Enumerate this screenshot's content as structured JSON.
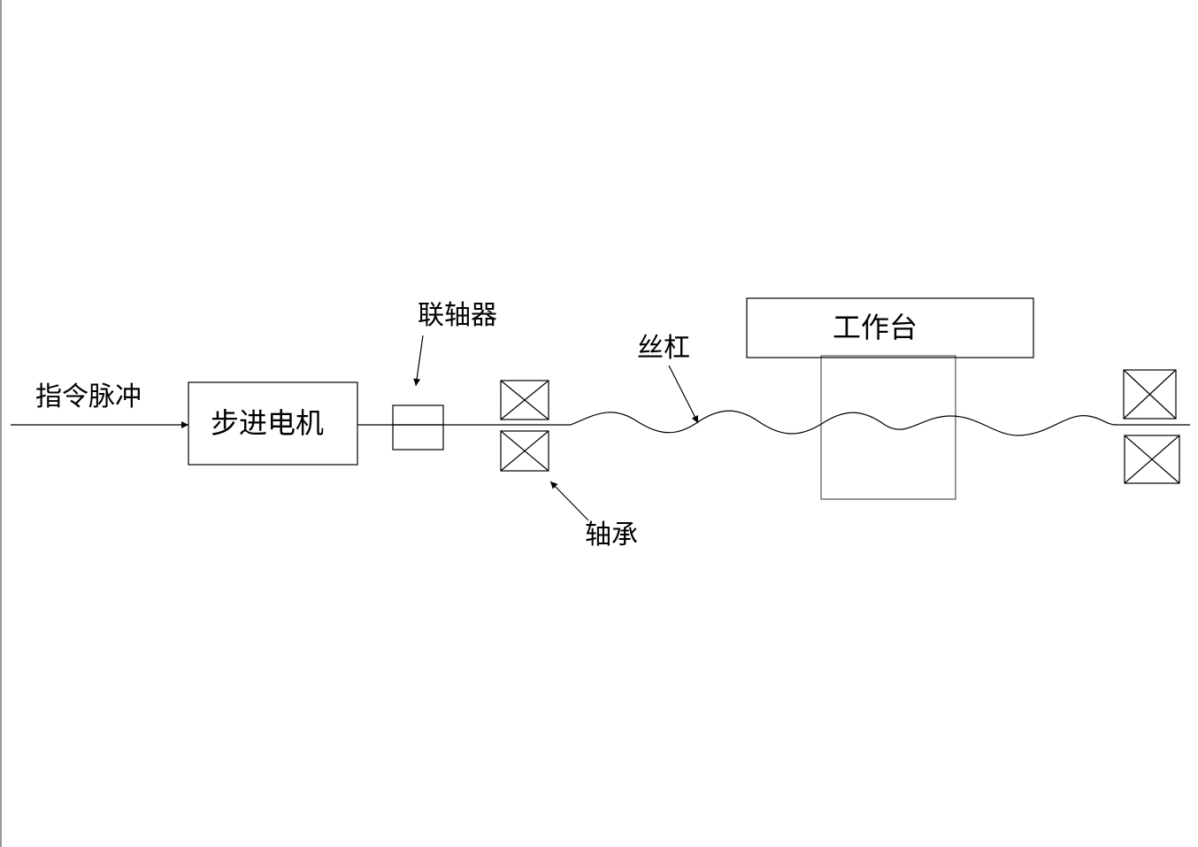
{
  "labels": {
    "command_pulse": "指令脉冲",
    "stepper_motor": "步进电机",
    "coupling": "联轴器",
    "lead_screw": "丝杠",
    "worktable": "工作台",
    "bearing": "轴承"
  },
  "colors": {
    "line": "#000000",
    "worktable_body": "#555555",
    "background": "#ffffff"
  }
}
